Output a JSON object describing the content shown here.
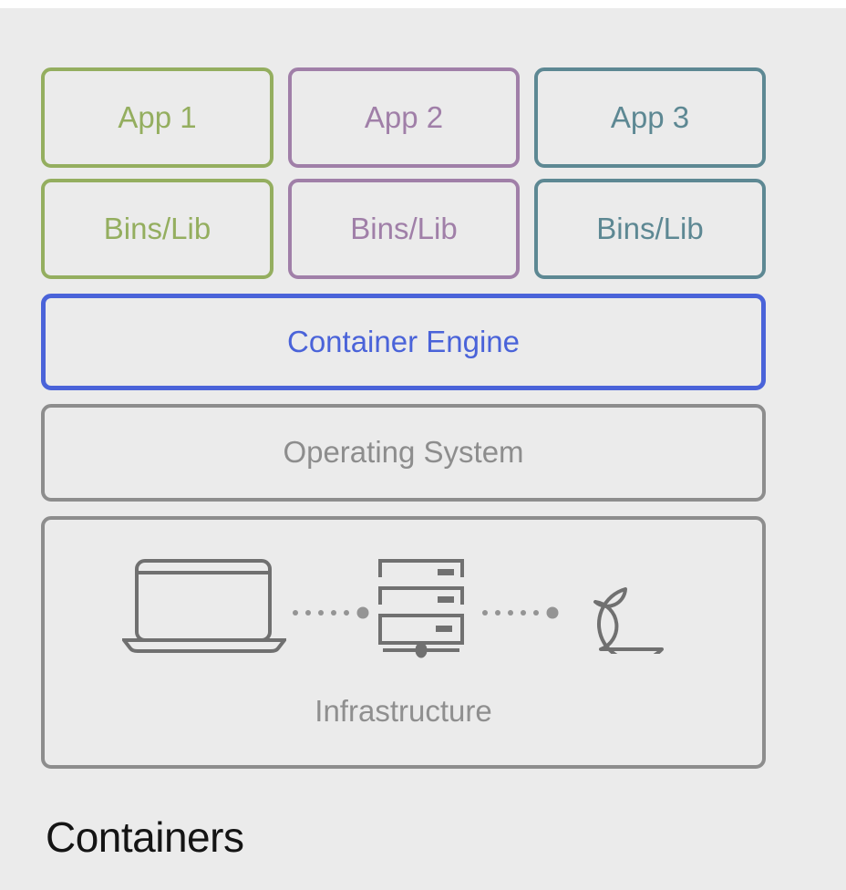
{
  "palette": {
    "background": "#ebebeb",
    "top_strip": "#ffffff",
    "green": "#94ae5f",
    "purple": "#a07fa8",
    "teal": "#5d8893",
    "blue": "#4a63d9",
    "gray_border": "#8d8d8d",
    "gray_text": "#8f8f8f",
    "icon_stroke": "#707070",
    "dot_color": "#949494",
    "caption_color": "#141414"
  },
  "layers": {
    "apps": [
      {
        "label": "App 1",
        "color": "#94ae5f"
      },
      {
        "label": "App 2",
        "color": "#a07fa8"
      },
      {
        "label": "App 3",
        "color": "#5d8893"
      }
    ],
    "bins": [
      {
        "label": "Bins/Lib",
        "color": "#94ae5f"
      },
      {
        "label": "Bins/Lib",
        "color": "#a07fa8"
      },
      {
        "label": "Bins/Lib",
        "color": "#5d8893"
      }
    ],
    "container_engine": {
      "label": "Container Engine",
      "color": "#4a63d9"
    },
    "operating_system": {
      "label": "Operating System",
      "color": "#8d8d8d"
    },
    "infrastructure": {
      "label": "Infrastructure",
      "border_color": "#8d8d8d",
      "text_color": "#8f8f8f"
    }
  },
  "icons": {
    "laptop": "laptop-icon",
    "server": "server-rack-icon",
    "cloud": "cloud-icon",
    "connector": "dotted-connector",
    "stroke": "#707070",
    "dot_color": "#949494"
  },
  "caption": "Containers"
}
